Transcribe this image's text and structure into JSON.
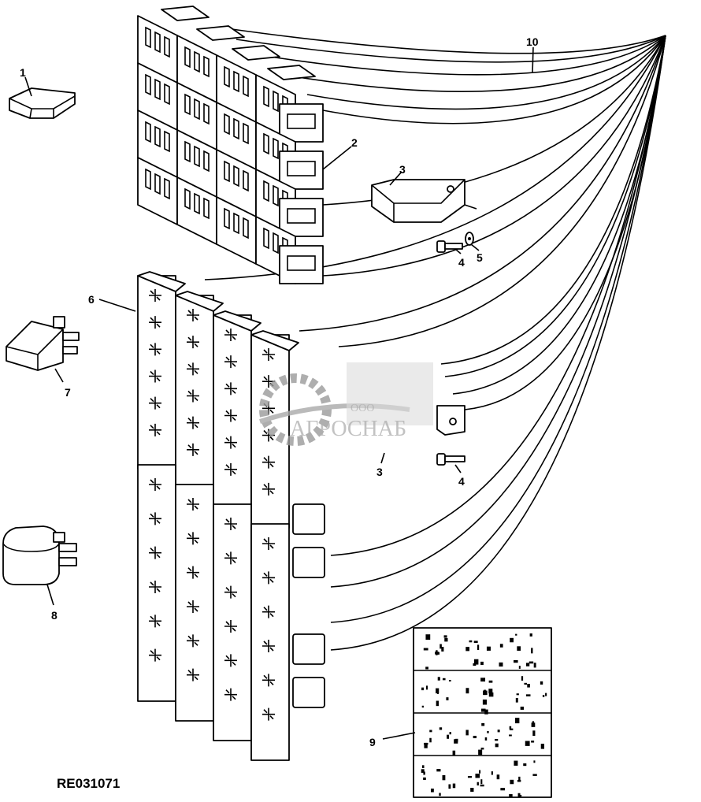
{
  "figure_id": "RE031071",
  "callouts": {
    "c1": "1",
    "c2": "2",
    "c3a": "3",
    "c4a": "4",
    "c5": "5",
    "c6": "6",
    "c7": "7",
    "c8": "8",
    "c3b": "3",
    "c4b": "4",
    "c9": "9",
    "c10": "10"
  },
  "watermark": {
    "prefix": "ООО",
    "name": "АГРОСНАБ"
  },
  "colors": {
    "ink": "#000000",
    "watermark": "#9a9a9a"
  }
}
